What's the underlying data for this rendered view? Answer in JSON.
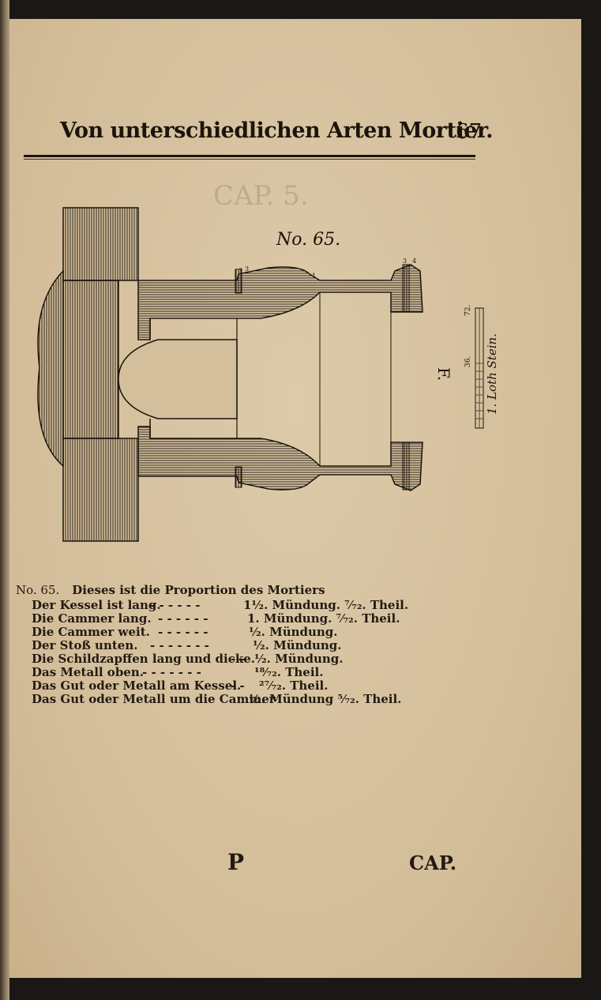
{
  "header": {
    "title": "Von unterschiedlichen Arten Mortier.",
    "page_number": "67"
  },
  "figure": {
    "label": "No. 65.",
    "marker": "F.",
    "scale_label": "1. Loth Stein.",
    "scale_ticks": [
      "36.",
      "72."
    ],
    "dim_marks": [
      "3",
      "3",
      "1",
      "3",
      "4"
    ]
  },
  "caption": {
    "number": "No. 65.",
    "title": "Dieses ist die Proportion des Mortiers",
    "rows": [
      {
        "label": "Der Kessel ist lang.",
        "leader": "- - - - - -",
        "value": "1½. Mündung. ⁷⁄₇₂. Theil."
      },
      {
        "label": "Die Cammer lang.",
        "leader": "- - - - - -",
        "value": "1. Mündung. ⁷⁄₇₂. Theil."
      },
      {
        "label": "Die Cammer weit.",
        "leader": "- - - - - -",
        "value": "½. Mündung."
      },
      {
        "label": "Der Stoß unten.",
        "leader": "- - - - - - -",
        "value": "½. Mündung."
      },
      {
        "label": "Die Schildzapffen lang und dicke.",
        "leader": "- -",
        "value": "½. Mündung."
      },
      {
        "label": "Das Metall oben.",
        "leader": "- - - - - - -",
        "value": "¹⁸⁄₇₂. Theil."
      },
      {
        "label": "Das Gut oder Metall am Kessel.",
        "leader": "- -",
        "value": "²⁷⁄₇₂. Theil."
      },
      {
        "label": "Das Gut oder Metall um die Cammer",
        "leader": "",
        "value": "½. Mündung ⁵⁄₇₂. Theil."
      }
    ]
  },
  "footer": {
    "signature": "P",
    "catchword": "CAP."
  }
}
